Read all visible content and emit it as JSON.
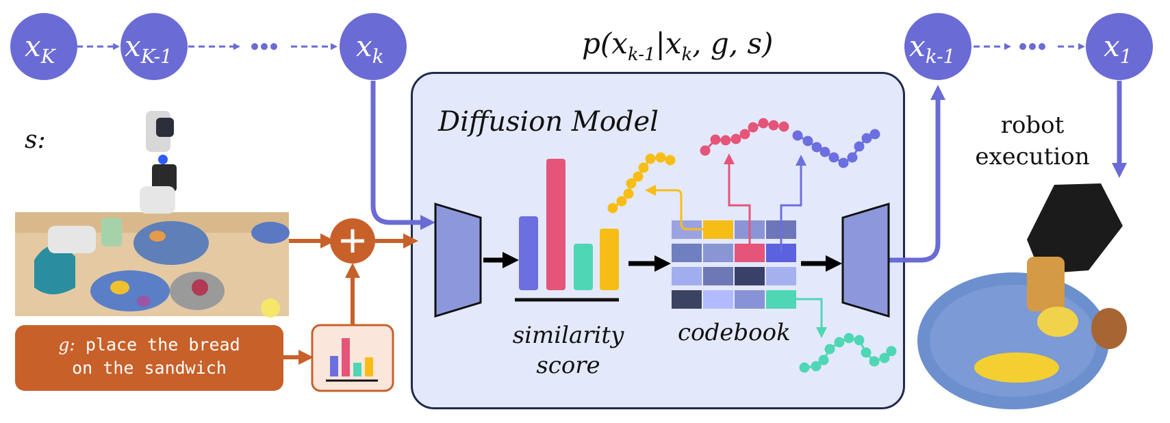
{
  "chain_left": {
    "nodes": [
      {
        "base": "x",
        "sub": "K"
      },
      {
        "base": "x",
        "sub": "K-1"
      },
      {
        "base": "x",
        "sub": "k"
      }
    ],
    "ellipsis": "..."
  },
  "chain_right": {
    "nodes": [
      {
        "base": "x",
        "sub": "k-1"
      },
      {
        "base": "x",
        "sub": "1"
      }
    ],
    "ellipsis": "..."
  },
  "formula": {
    "p": "p(",
    "x1": "x",
    "x1_sub": "k-1",
    "bar": "|",
    "x2": "x",
    "x2_sub": "k",
    "rest": ", g, s)"
  },
  "state_label": "s:",
  "goal": {
    "prefix": "g:",
    "line1": "place the bread",
    "line2": "on the sandwich"
  },
  "panel": {
    "title": "Diffusion Model",
    "similarity_label_1": "similarity",
    "similarity_label_2": "score",
    "codebook_label": "codebook"
  },
  "robot_label_1": "robot",
  "robot_label_2": "execution",
  "colors": {
    "node": "#6a6bd4",
    "orange": "#c8602a",
    "bar_blue": "#6b6fe0",
    "bar_pink": "#e5557a",
    "bar_teal": "#4fd6b5",
    "bar_yellow": "#f7bd17",
    "panel_bg": "#e3e9fa",
    "encoder": "#8d98dc"
  },
  "icons": [
    "plus-icon",
    "mini-bar-chart-icon",
    "tabletop-photo",
    "robot-gripper-photo"
  ]
}
